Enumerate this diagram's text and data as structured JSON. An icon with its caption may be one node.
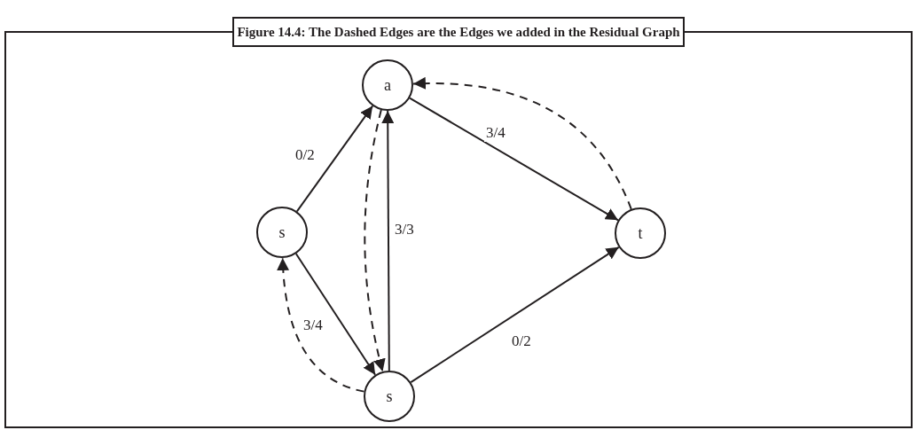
{
  "diagram": {
    "title": "Figure 14.4: The Dashed Edges are the Edges we added in the Residual Graph",
    "nodes": [
      {
        "text": [
          "a"
        ]
      },
      {
        "text": [
          "s"
        ]
      },
      {
        "text": [
          "t"
        ]
      },
      {
        "text": [
          "s"
        ]
      }
    ],
    "edges": [
      {
        "from": 1,
        "to": 0,
        "arrow": "to",
        "label": "0/2"
      },
      {
        "from": 0,
        "to": 2,
        "arrow": "to",
        "label": "3/4"
      },
      {
        "from": 3,
        "to": 0,
        "arrow": "to",
        "label": "3/3"
      },
      {
        "from": 1,
        "to": 3,
        "arrow": "to",
        "label": "3/4"
      },
      {
        "from": 3,
        "to": 2,
        "arrow": "to",
        "label": "0/2"
      },
      {
        "from": 2,
        "to": 0,
        "arrow": "to",
        "style": "dashed"
      },
      {
        "from": 0,
        "to": 3,
        "arrow": "to",
        "style": "dashed"
      },
      {
        "from": 3,
        "to": 1,
        "arrow": "to",
        "style": "dashed"
      }
    ]
  }
}
